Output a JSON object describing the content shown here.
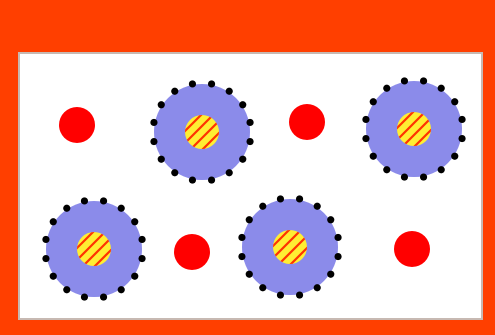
{
  "colors": {
    "frame": "#ff3f00",
    "panel_bg": "#ffffff",
    "panel_border": "#c7b9b2",
    "ion": "#ff0000",
    "shell": "#8b8bea",
    "core": "#ffee33",
    "core_stripes": "#ff3300",
    "surface_dots": "#000000"
  },
  "icons": {
    "red_particle": "red-particle-icon",
    "coated_particle": "coated-particle-icon"
  },
  "counts": {
    "red_particles": 4,
    "coated_particles": 4,
    "dots_per_coated_particle": 16
  }
}
